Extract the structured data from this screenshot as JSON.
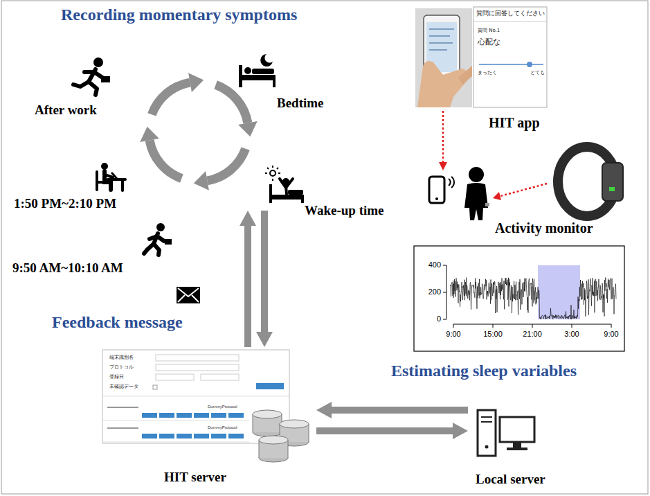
{
  "diagram": {
    "nodes": [
      {
        "text": [
          "Recording momentary symptoms",
          "After work",
          "Bedtime",
          "Wake-up time",
          "1:50 PM~2:10 PM",
          "9:50 AM~10:10 AM"
        ]
      },
      {
        "text": [
          "HIT server"
        ]
      },
      {
        "text": [
          "Local server"
        ]
      }
    ],
    "edges": [
      {
        "from": 1,
        "to": 0,
        "arrow": "to"
      },
      {
        "from": 0,
        "to": 1,
        "arrow": "to"
      },
      {
        "from": 2,
        "to": 1,
        "arrow": "to"
      },
      {
        "from": 1,
        "to": 2,
        "arrow": "to"
      }
    ],
    "labels": [
      "Feedback message",
      "HIT app",
      "Activity monitor",
      "Estimating sleep variables",
      "400",
      "200",
      "0",
      "9:00",
      "15:00",
      "21:00",
      "3:00",
      "9:00",
      "質問に回答してください",
      "質問 No.1",
      "心配な",
      "まったく",
      "とても",
      "端末識別名",
      "プロトコル",
      "登録日",
      "未確認データ",
      "DummyProtocol",
      "DummyProtocol"
    ]
  }
}
